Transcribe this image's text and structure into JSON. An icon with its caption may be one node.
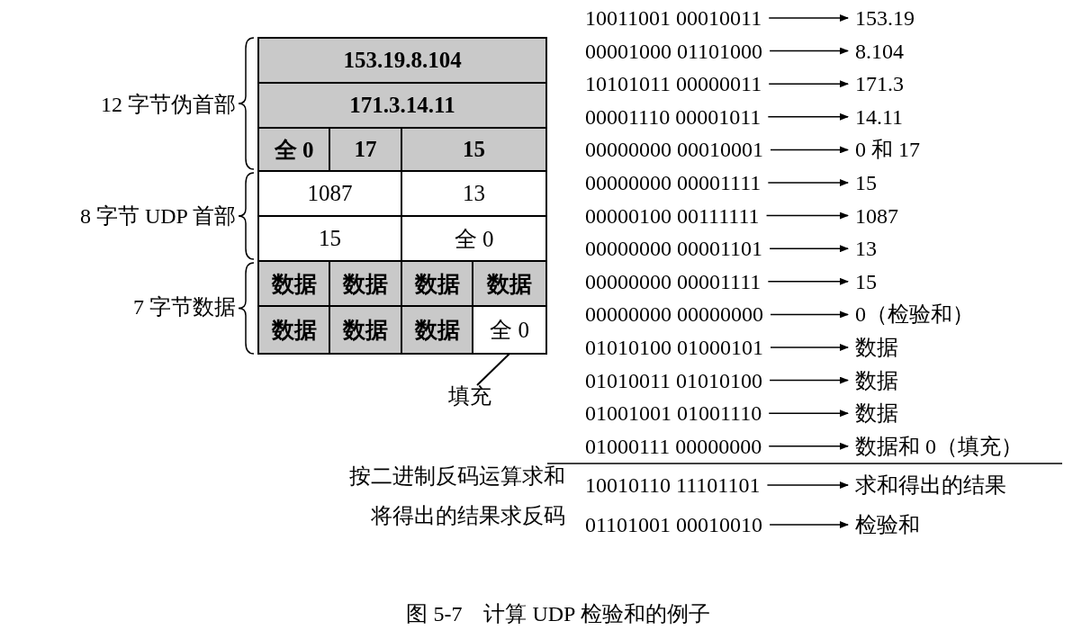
{
  "diagram": {
    "caption": "图 5-7　计算 UDP 检验和的例子",
    "nodes": [
      {
        "text": [
          "153.19.8.104"
        ]
      },
      {
        "text": [
          "171.3.14.11"
        ]
      },
      {
        "text": [
          "全 0"
        ]
      },
      {
        "text": [
          "17"
        ]
      },
      {
        "text": [
          "15"
        ]
      },
      {
        "text": [
          "1087"
        ]
      },
      {
        "text": [
          "13"
        ]
      },
      {
        "text": [
          "15"
        ]
      },
      {
        "text": [
          "全 0"
        ]
      },
      {
        "text": [
          "数据"
        ]
      },
      {
        "text": [
          "数据"
        ]
      },
      {
        "text": [
          "数据"
        ]
      },
      {
        "text": [
          "数据"
        ]
      },
      {
        "text": [
          "数据"
        ]
      },
      {
        "text": [
          "数据"
        ]
      },
      {
        "text": [
          "数据"
        ]
      },
      {
        "text": [
          "全 0"
        ]
      },
      {
        "text": [
          "填充"
        ]
      },
      {
        "text": [
          "10011001 00010011"
        ]
      },
      {
        "text": [
          "153.19"
        ]
      },
      {
        "text": [
          "00001000 01101000"
        ]
      },
      {
        "text": [
          "8.104"
        ]
      },
      {
        "text": [
          "10101011 00000011"
        ]
      },
      {
        "text": [
          "171.3"
        ]
      },
      {
        "text": [
          "00001110 00001011"
        ]
      },
      {
        "text": [
          "14.11"
        ]
      },
      {
        "text": [
          "00000000 00010001"
        ]
      },
      {
        "text": [
          "0 和 17"
        ]
      },
      {
        "text": [
          "00000000 00001111"
        ]
      },
      {
        "text": [
          "15"
        ]
      },
      {
        "text": [
          "00000100 00111111"
        ]
      },
      {
        "text": [
          "1087"
        ]
      },
      {
        "text": [
          "00000000 00001101"
        ]
      },
      {
        "text": [
          "13"
        ]
      },
      {
        "text": [
          "00000000 00001111"
        ]
      },
      {
        "text": [
          "15"
        ]
      },
      {
        "text": [
          "00000000 00000000"
        ]
      },
      {
        "text": [
          "0（检验和）"
        ]
      },
      {
        "text": [
          "01010100 01000101"
        ]
      },
      {
        "text": [
          "数据"
        ]
      },
      {
        "text": [
          "01010011 01010100"
        ]
      },
      {
        "text": [
          "数据"
        ]
      },
      {
        "text": [
          "01001001 01001110"
        ]
      },
      {
        "text": [
          "数据"
        ]
      },
      {
        "text": [
          "01000111 00000000"
        ]
      },
      {
        "text": [
          "数据和 0（填充）"
        ]
      },
      {
        "text": [
          "10010110 11101101"
        ]
      },
      {
        "text": [
          "求和得出的结果"
        ]
      },
      {
        "text": [
          "01101001 00010010"
        ]
      },
      {
        "text": [
          "检验和"
        ]
      }
    ],
    "edges": [
      {
        "from": 17,
        "to": 16,
        "arrow": "none"
      },
      {
        "from": 18,
        "to": 19,
        "arrow": "to"
      },
      {
        "from": 20,
        "to": 21,
        "arrow": "to"
      },
      {
        "from": 22,
        "to": 23,
        "arrow": "to"
      },
      {
        "from": 24,
        "to": 25,
        "arrow": "to"
      },
      {
        "from": 26,
        "to": 27,
        "arrow": "to"
      },
      {
        "from": 28,
        "to": 29,
        "arrow": "to"
      },
      {
        "from": 30,
        "to": 31,
        "arrow": "to"
      },
      {
        "from": 32,
        "to": 33,
        "arrow": "to"
      },
      {
        "from": 34,
        "to": 35,
        "arrow": "to"
      },
      {
        "from": 36,
        "to": 37,
        "arrow": "to"
      },
      {
        "from": 38,
        "to": 39,
        "arrow": "to"
      },
      {
        "from": 40,
        "to": 41,
        "arrow": "to"
      },
      {
        "from": 42,
        "to": 43,
        "arrow": "to"
      },
      {
        "from": 44,
        "to": 45,
        "arrow": "to"
      },
      {
        "from": 46,
        "to": 47,
        "arrow": "to"
      },
      {
        "from": 48,
        "to": 49,
        "arrow": "to"
      }
    ],
    "labels": [
      "12 字节伪首部",
      "8 字节 UDP 首部",
      "7 字节数据",
      "按二进制反码运算求和",
      "将得出的结果求反码"
    ]
  }
}
